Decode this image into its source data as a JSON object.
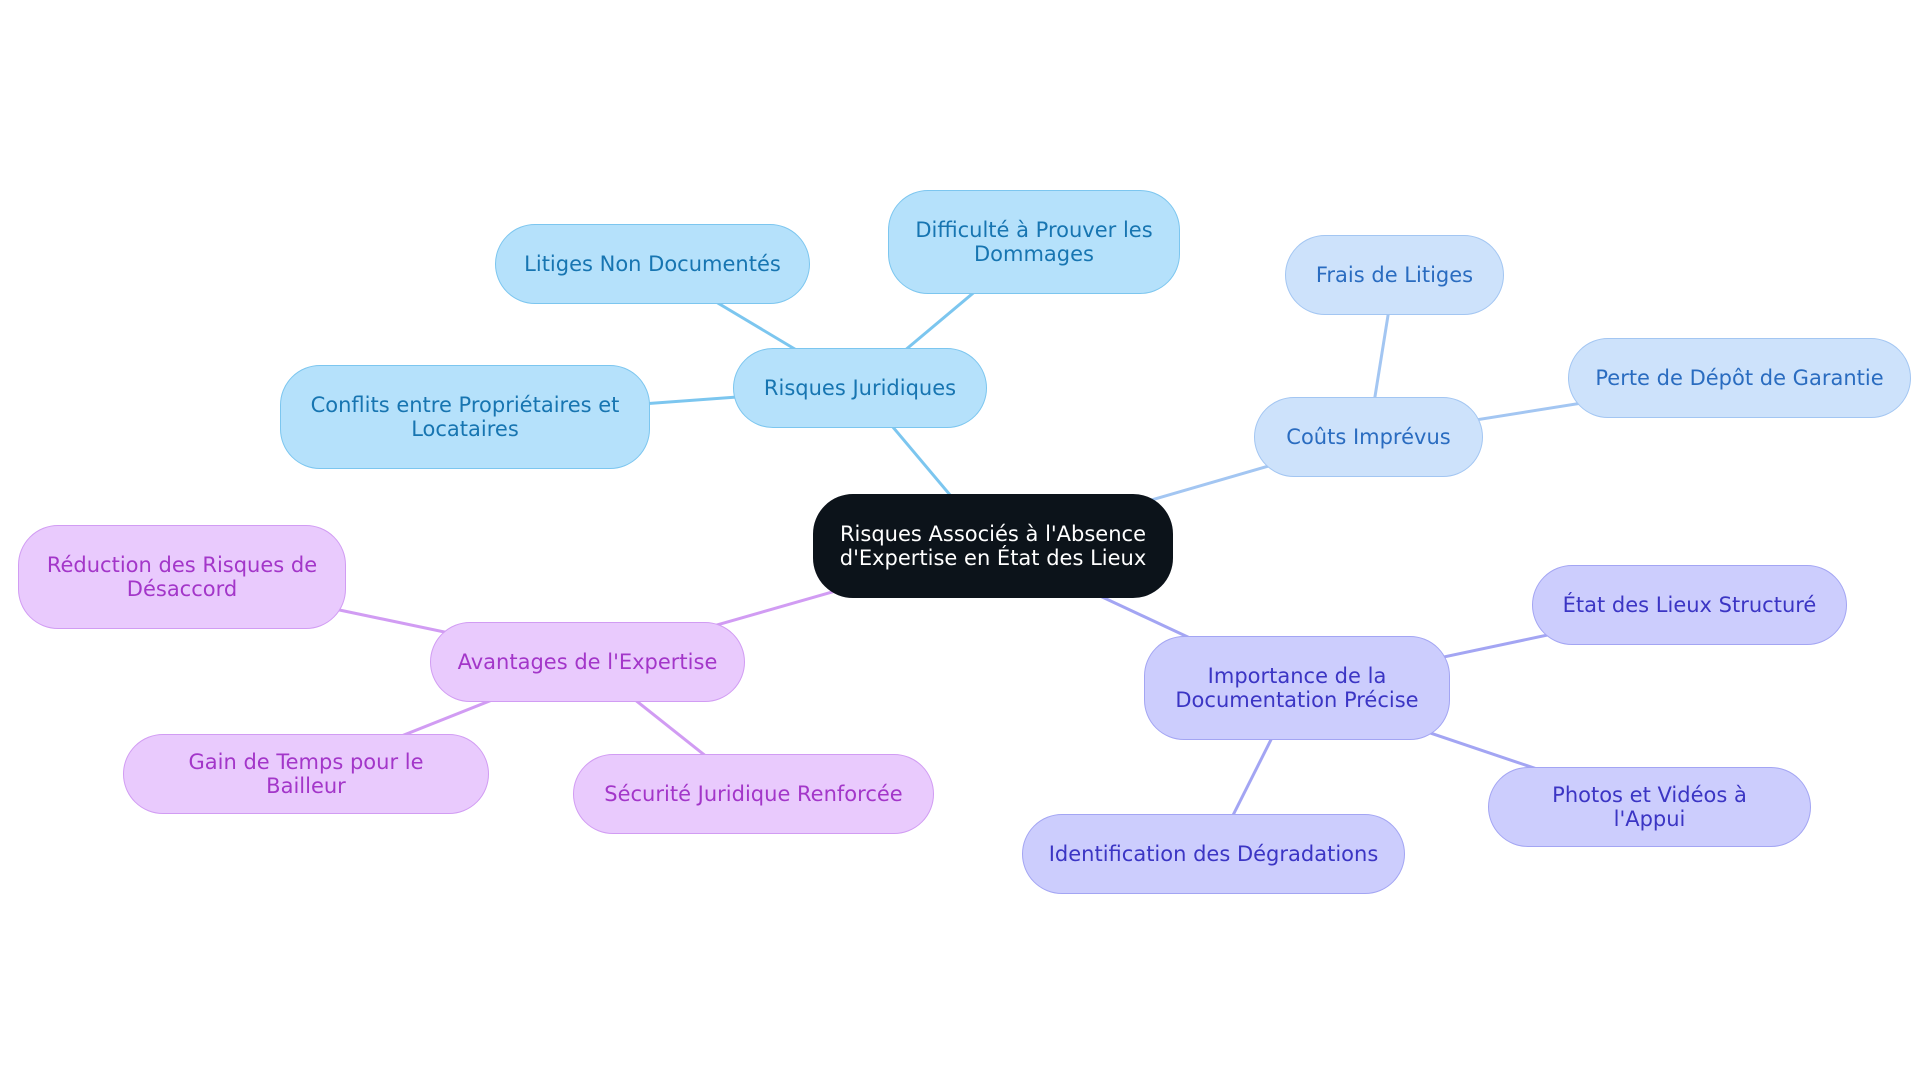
{
  "root": {
    "label": "Risques Associés à l'Absence d'Expertise en État des Lieux"
  },
  "branches": [
    {
      "label": "Risques Juridiques",
      "color": "#7cc6ef",
      "children": [
        "Litiges Non Documentés",
        "Difficulté à Prouver les Dommages",
        "Conflits entre Propriétaires et Locataires"
      ]
    },
    {
      "label": "Coûts Imprévus",
      "color": "#a3c6f2",
      "children": [
        "Frais de Litiges",
        "Perte de Dépôt de Garantie"
      ]
    },
    {
      "label": "Importance de la Documentation Précise",
      "color": "#a3a5f3",
      "children": [
        "État des Lieux Structuré",
        "Photos et Vidéos à l'Appui",
        "Identification des Dégradations"
      ]
    },
    {
      "label": "Avantages de l'Expertise",
      "color": "#d19cf3",
      "children": [
        "Réduction des Risques de Désaccord",
        "Gain de Temps pour le Bailleur",
        "Sécurité Juridique Renforcée"
      ]
    }
  ]
}
